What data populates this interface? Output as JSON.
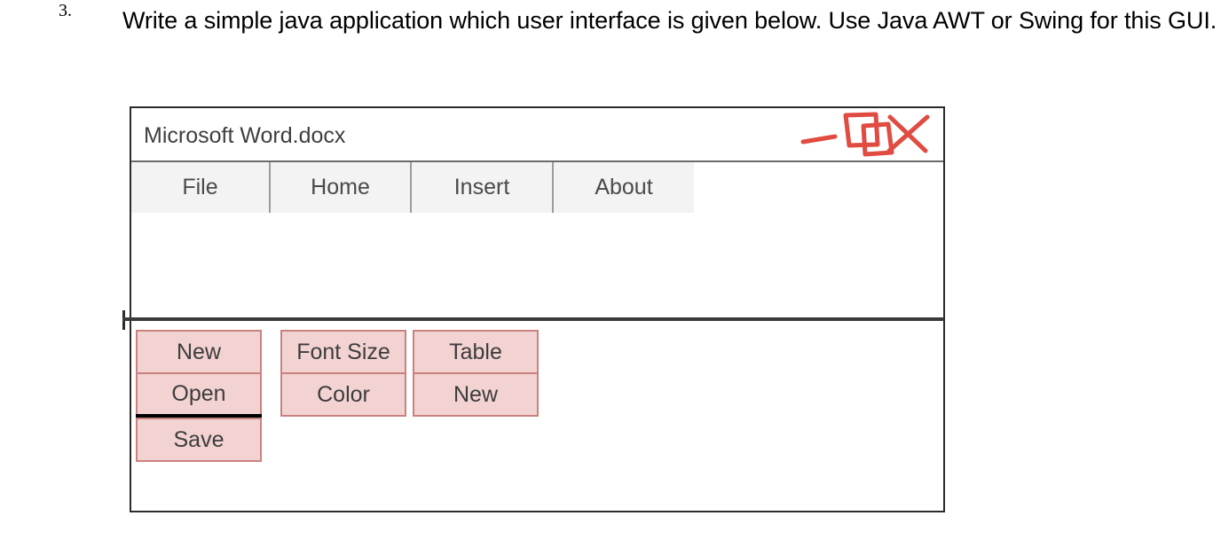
{
  "question": {
    "number": "3.",
    "text": "Write a simple java application which user interface is given below. Use Java AWT or Swing for this GUI."
  },
  "mock_window": {
    "title": "Microsoft Word.docx",
    "window_controls": {
      "minimize": "minimize-mark",
      "maximize": "maximize-mark",
      "close": "close-mark",
      "color": "#e04b42"
    },
    "tabs": [
      {
        "label": "File"
      },
      {
        "label": "Home"
      },
      {
        "label": "Insert"
      },
      {
        "label": "About"
      }
    ],
    "menu_groups": [
      {
        "name": "file-menu",
        "items": [
          {
            "label": "New"
          },
          {
            "label": "Open"
          },
          {
            "label": "Save"
          }
        ],
        "separator_after_index": 1
      },
      {
        "name": "format-menu",
        "items": [
          {
            "label": "Font Size"
          },
          {
            "label": "Color"
          }
        ]
      },
      {
        "name": "insert-menu",
        "items": [
          {
            "label": "Table"
          },
          {
            "label": "New"
          }
        ]
      }
    ],
    "colors": {
      "menu_fill": "#f2d3d2",
      "menu_border": "#c9827f",
      "tab_fill": "#f3f3f3",
      "frame": "#2b2b2b",
      "annotation_red": "#e04b42"
    }
  }
}
